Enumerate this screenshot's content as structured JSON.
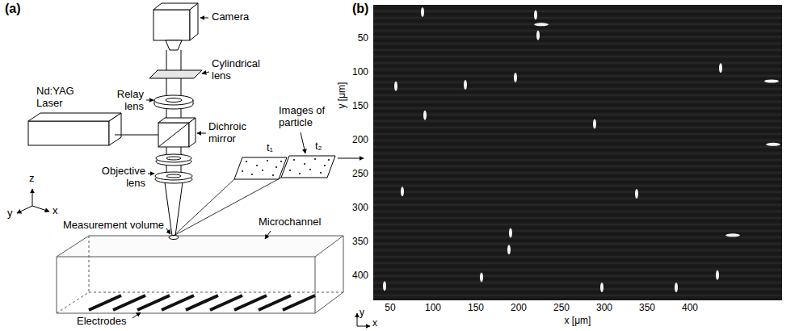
{
  "diagram": {
    "labels": [
      "(a)",
      "Camera",
      "Cylindrical lens",
      "Relay lens",
      "Nd:YAG Laser",
      "Dichroic mirror",
      "Images of particle",
      "z",
      "y",
      "x",
      "Objective lens",
      "t₁",
      "t₂",
      "Measurement volume",
      "Microchannel",
      "Electrodes",
      "(b)",
      "y [μm]",
      "50",
      "100",
      "150",
      "200",
      "250",
      "300",
      "350",
      "400",
      "50",
      "100",
      "150",
      "200",
      "250",
      "300",
      "350",
      "400",
      "x [μm]",
      "y",
      "x"
    ]
  }
}
